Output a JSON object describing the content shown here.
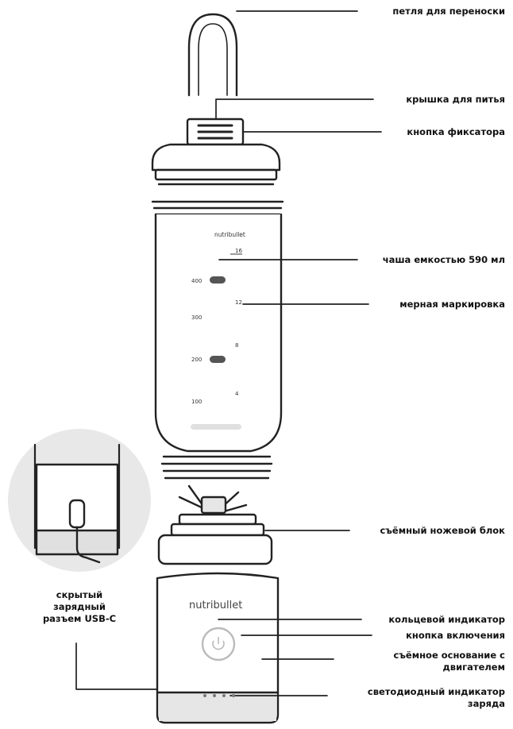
{
  "brand": "nutribullet",
  "labels": {
    "carry_loop": "петля для переноски",
    "drinking_lid": "крышка для питья",
    "lock_button": "кнопка фиксатора",
    "cup": "чаша емкостью 590 мл",
    "measure": "мерная маркировка",
    "blade": "съёмный ножевой блок",
    "ring_indicator": "кольцевой индикатор",
    "power_button": "кнопка включения",
    "motor_base_1": "съёмное основание с",
    "motor_base_2": "двигателем",
    "led_charge_1": "светодиодный индикатор",
    "led_charge_2": "заряда",
    "usb_1": "скрытый",
    "usb_2": "зарядный",
    "usb_3": "разъем USB-C"
  },
  "cup_marks": {
    "oz_top": "16",
    "ml_400": "400",
    "oz_12": "12",
    "ml_300": "300",
    "oz_8": "8",
    "ml_200": "200",
    "oz_4": "4",
    "ml_100": "100"
  },
  "colors": {
    "line": "#222222",
    "gray_light": "#e6e6e6",
    "gray_mid": "#cfcfcf",
    "badge": "#555555"
  }
}
